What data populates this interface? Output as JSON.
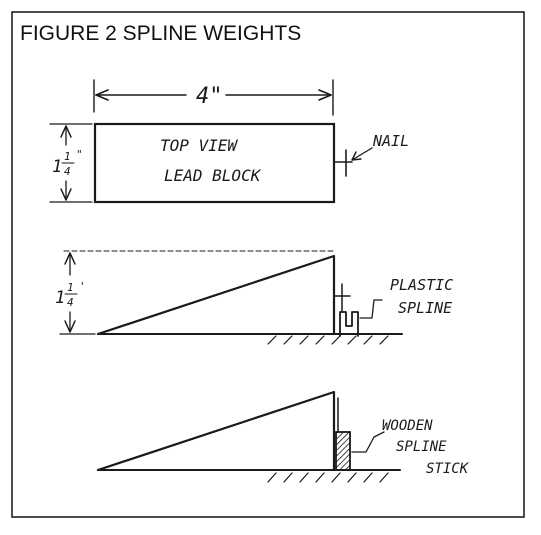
{
  "figure": {
    "title": "FIGURE 2 SPLINE WEIGHTS"
  },
  "top_view": {
    "width_dim": "4\"",
    "height_dim_whole": "1",
    "height_dim_num": "1",
    "height_dim_den": "4",
    "label_line1": "TOP VIEW",
    "label_line2": "LEAD BLOCK",
    "nail_label": "NAIL"
  },
  "plastic_view": {
    "height_dim_whole": "1",
    "height_dim_num": "1",
    "height_dim_den": "4",
    "label_line1": "PLASTIC",
    "label_line2": "SPLINE"
  },
  "wooden_view": {
    "label_line1": "WOODEN",
    "label_line2": "SPLINE",
    "label_line3": "STICK"
  }
}
